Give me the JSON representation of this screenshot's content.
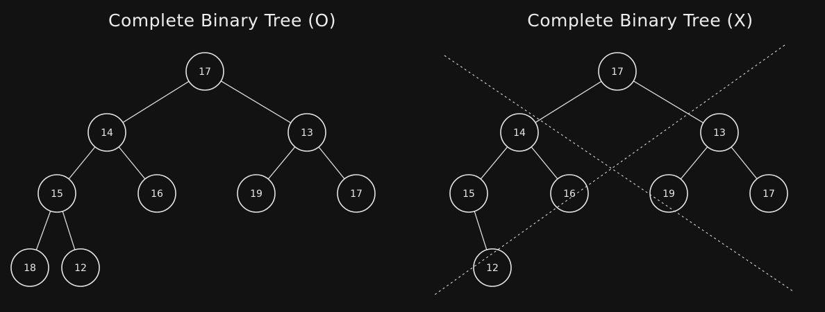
{
  "colors": {
    "background": "#121212",
    "stroke": "#e6e6e6",
    "text": "#ececec"
  },
  "trees": [
    {
      "title": "Complete Binary Tree (O)",
      "crossed_out": false,
      "nodes": [
        {
          "id": "a",
          "value": "17"
        },
        {
          "id": "b",
          "value": "14"
        },
        {
          "id": "c",
          "value": "13"
        },
        {
          "id": "d",
          "value": "15"
        },
        {
          "id": "e",
          "value": "16"
        },
        {
          "id": "f",
          "value": "19"
        },
        {
          "id": "g",
          "value": "17"
        },
        {
          "id": "h",
          "value": "18"
        },
        {
          "id": "i",
          "value": "12"
        }
      ],
      "edges": [
        [
          "a",
          "b"
        ],
        [
          "a",
          "c"
        ],
        [
          "b",
          "d"
        ],
        [
          "b",
          "e"
        ],
        [
          "c",
          "f"
        ],
        [
          "c",
          "g"
        ],
        [
          "d",
          "h"
        ],
        [
          "d",
          "i"
        ]
      ]
    },
    {
      "title": "Complete Binary Tree (X)",
      "crossed_out": true,
      "nodes": [
        {
          "id": "a",
          "value": "17"
        },
        {
          "id": "b",
          "value": "14"
        },
        {
          "id": "c",
          "value": "13"
        },
        {
          "id": "d",
          "value": "15"
        },
        {
          "id": "e",
          "value": "16"
        },
        {
          "id": "f",
          "value": "19"
        },
        {
          "id": "g",
          "value": "17"
        },
        {
          "id": "j",
          "value": "12"
        }
      ],
      "edges": [
        [
          "a",
          "b"
        ],
        [
          "a",
          "c"
        ],
        [
          "b",
          "d"
        ],
        [
          "b",
          "e"
        ],
        [
          "c",
          "f"
        ],
        [
          "c",
          "g"
        ],
        [
          "d",
          "j"
        ]
      ]
    }
  ]
}
